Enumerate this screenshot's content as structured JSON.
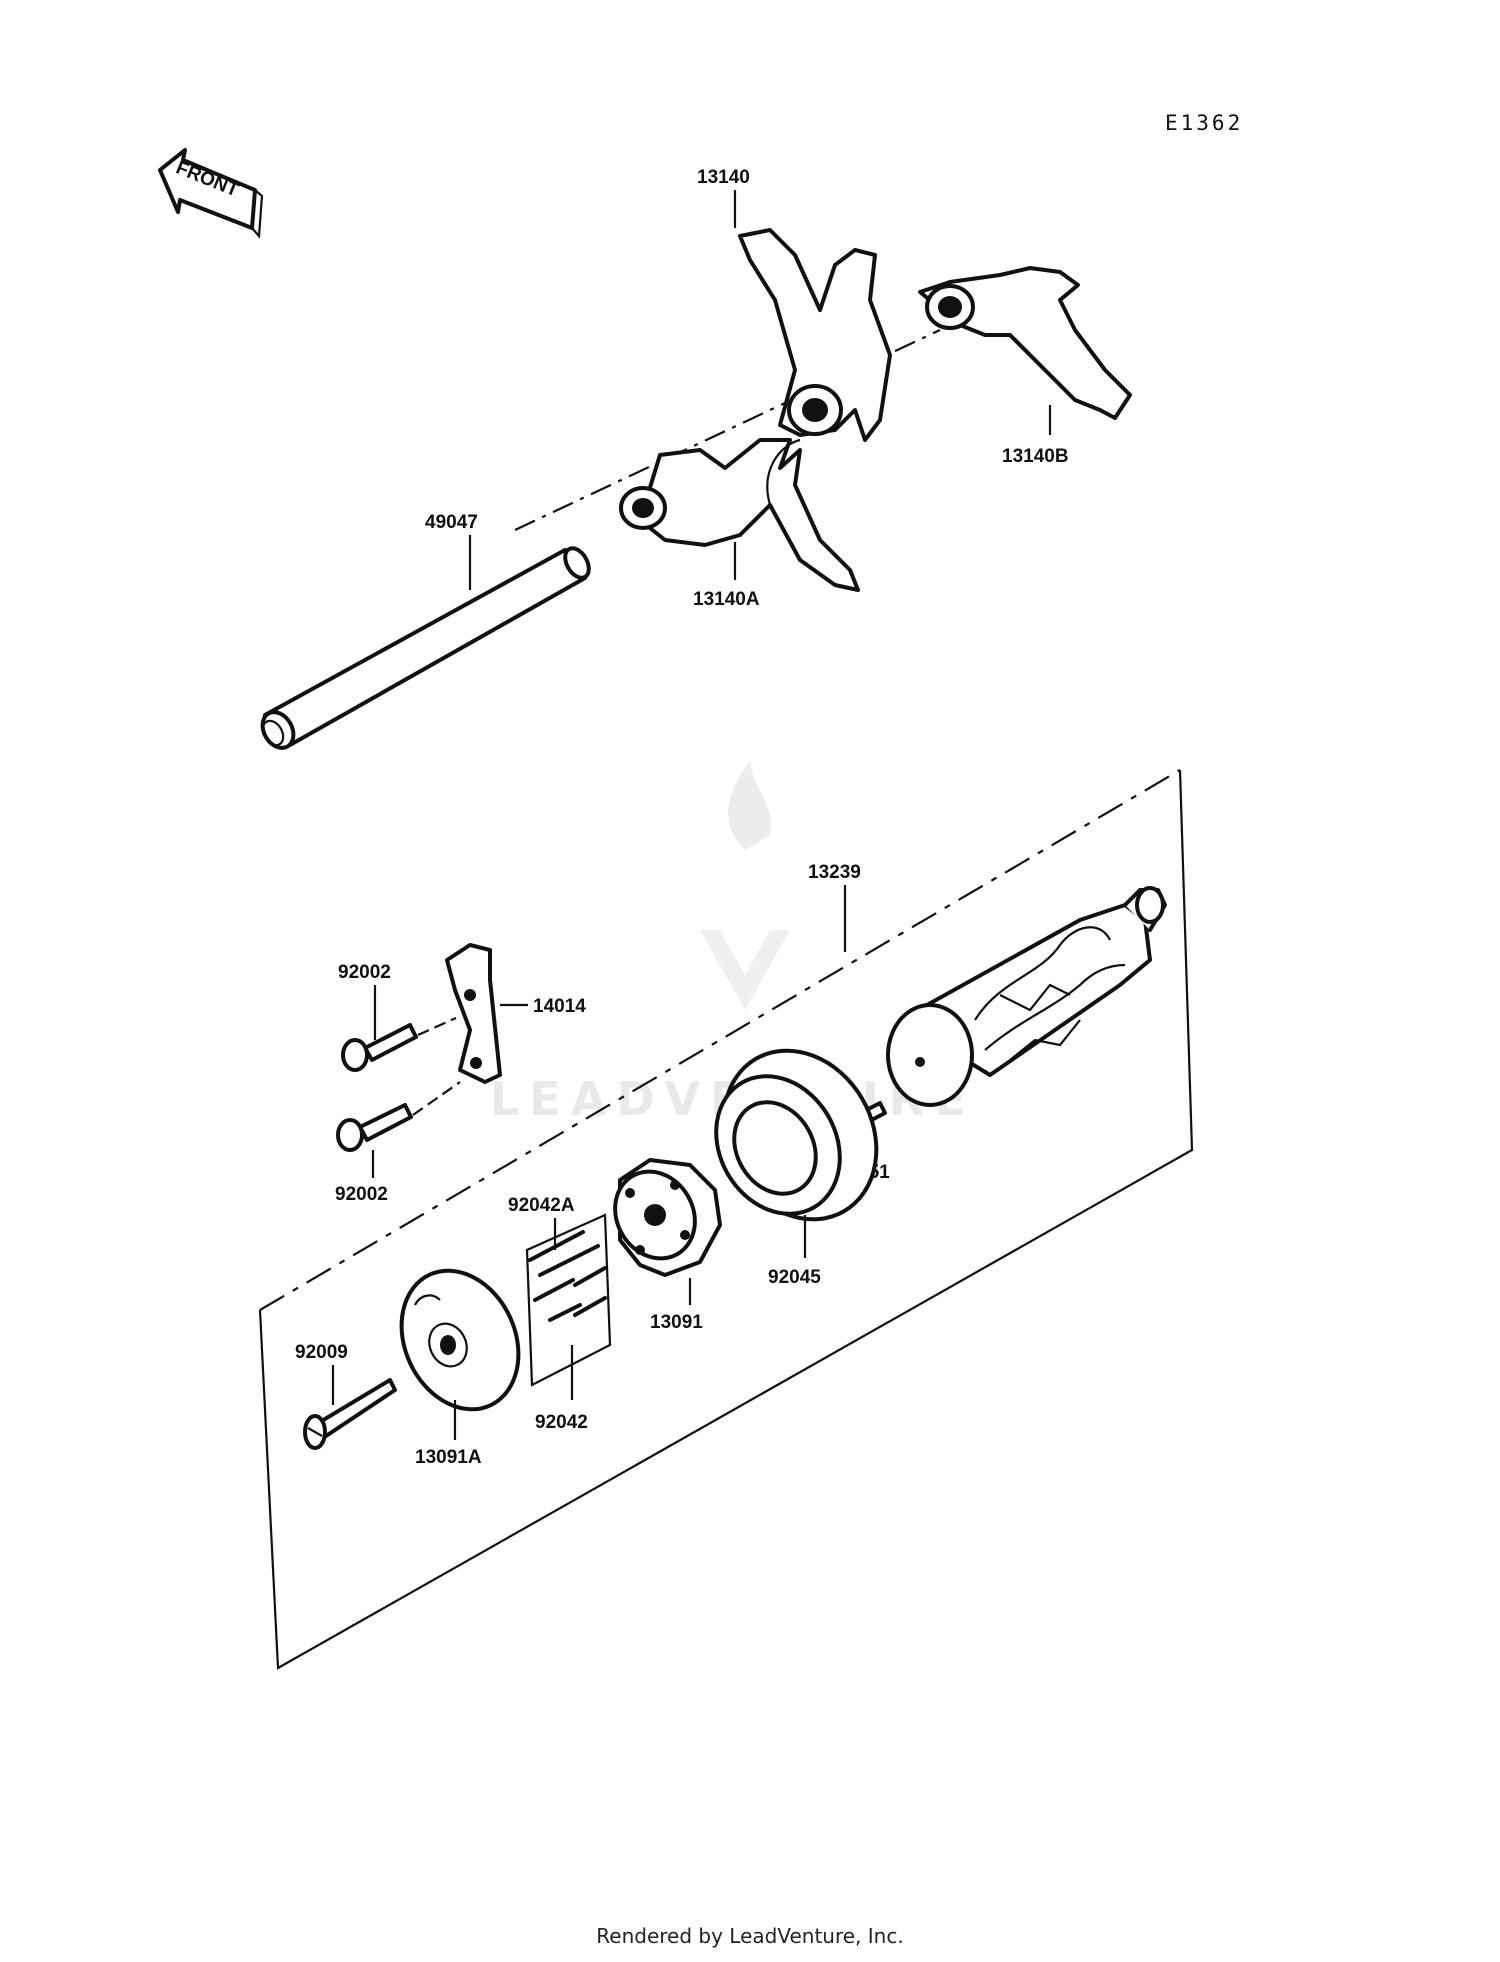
{
  "diagram_code": "E1362",
  "front_marker": "FRONT",
  "watermark": "LEADVENTURE",
  "footer": "Rendered by LeadVenture, Inc.",
  "parts": {
    "fork_center": "13140",
    "fork_right": "13140B",
    "fork_left": "13140A",
    "shaft": "49047",
    "drum_assembly": "13239",
    "bolt_upper": "92002",
    "bolt_lower": "92002",
    "stopper_plate": "14014",
    "pin_551": "551",
    "bearing": "92045",
    "pin_set_a": "92042A",
    "pin_set": "92042",
    "cam_plate": "13091",
    "screw": "92009",
    "holder_plate": "13091A"
  }
}
